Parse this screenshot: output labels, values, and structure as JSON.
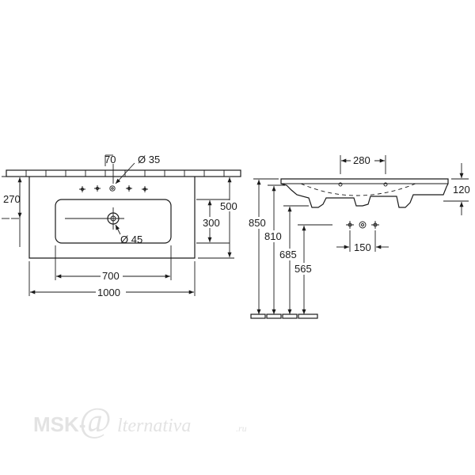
{
  "front_view": {
    "tap_hole_offset": "70",
    "tap_hole_diameter": "Ø 35",
    "overflow_height": "270",
    "bowl_depth": "300",
    "total_depth": "500",
    "drain_diameter": "Ø 45",
    "bowl_width": "700",
    "total_width": "1000"
  },
  "side_view": {
    "drain_width": "280",
    "rim_height": "120",
    "total_height": "850",
    "bowl_top_height": "810",
    "waste_height": "685",
    "lower_height": "565",
    "tap_spacing": "150"
  },
  "watermark": {
    "brand_prefix": "MSK-",
    "brand_at": "@",
    "brand_suffix": "lternativa",
    "brand_tld": ".ru"
  }
}
